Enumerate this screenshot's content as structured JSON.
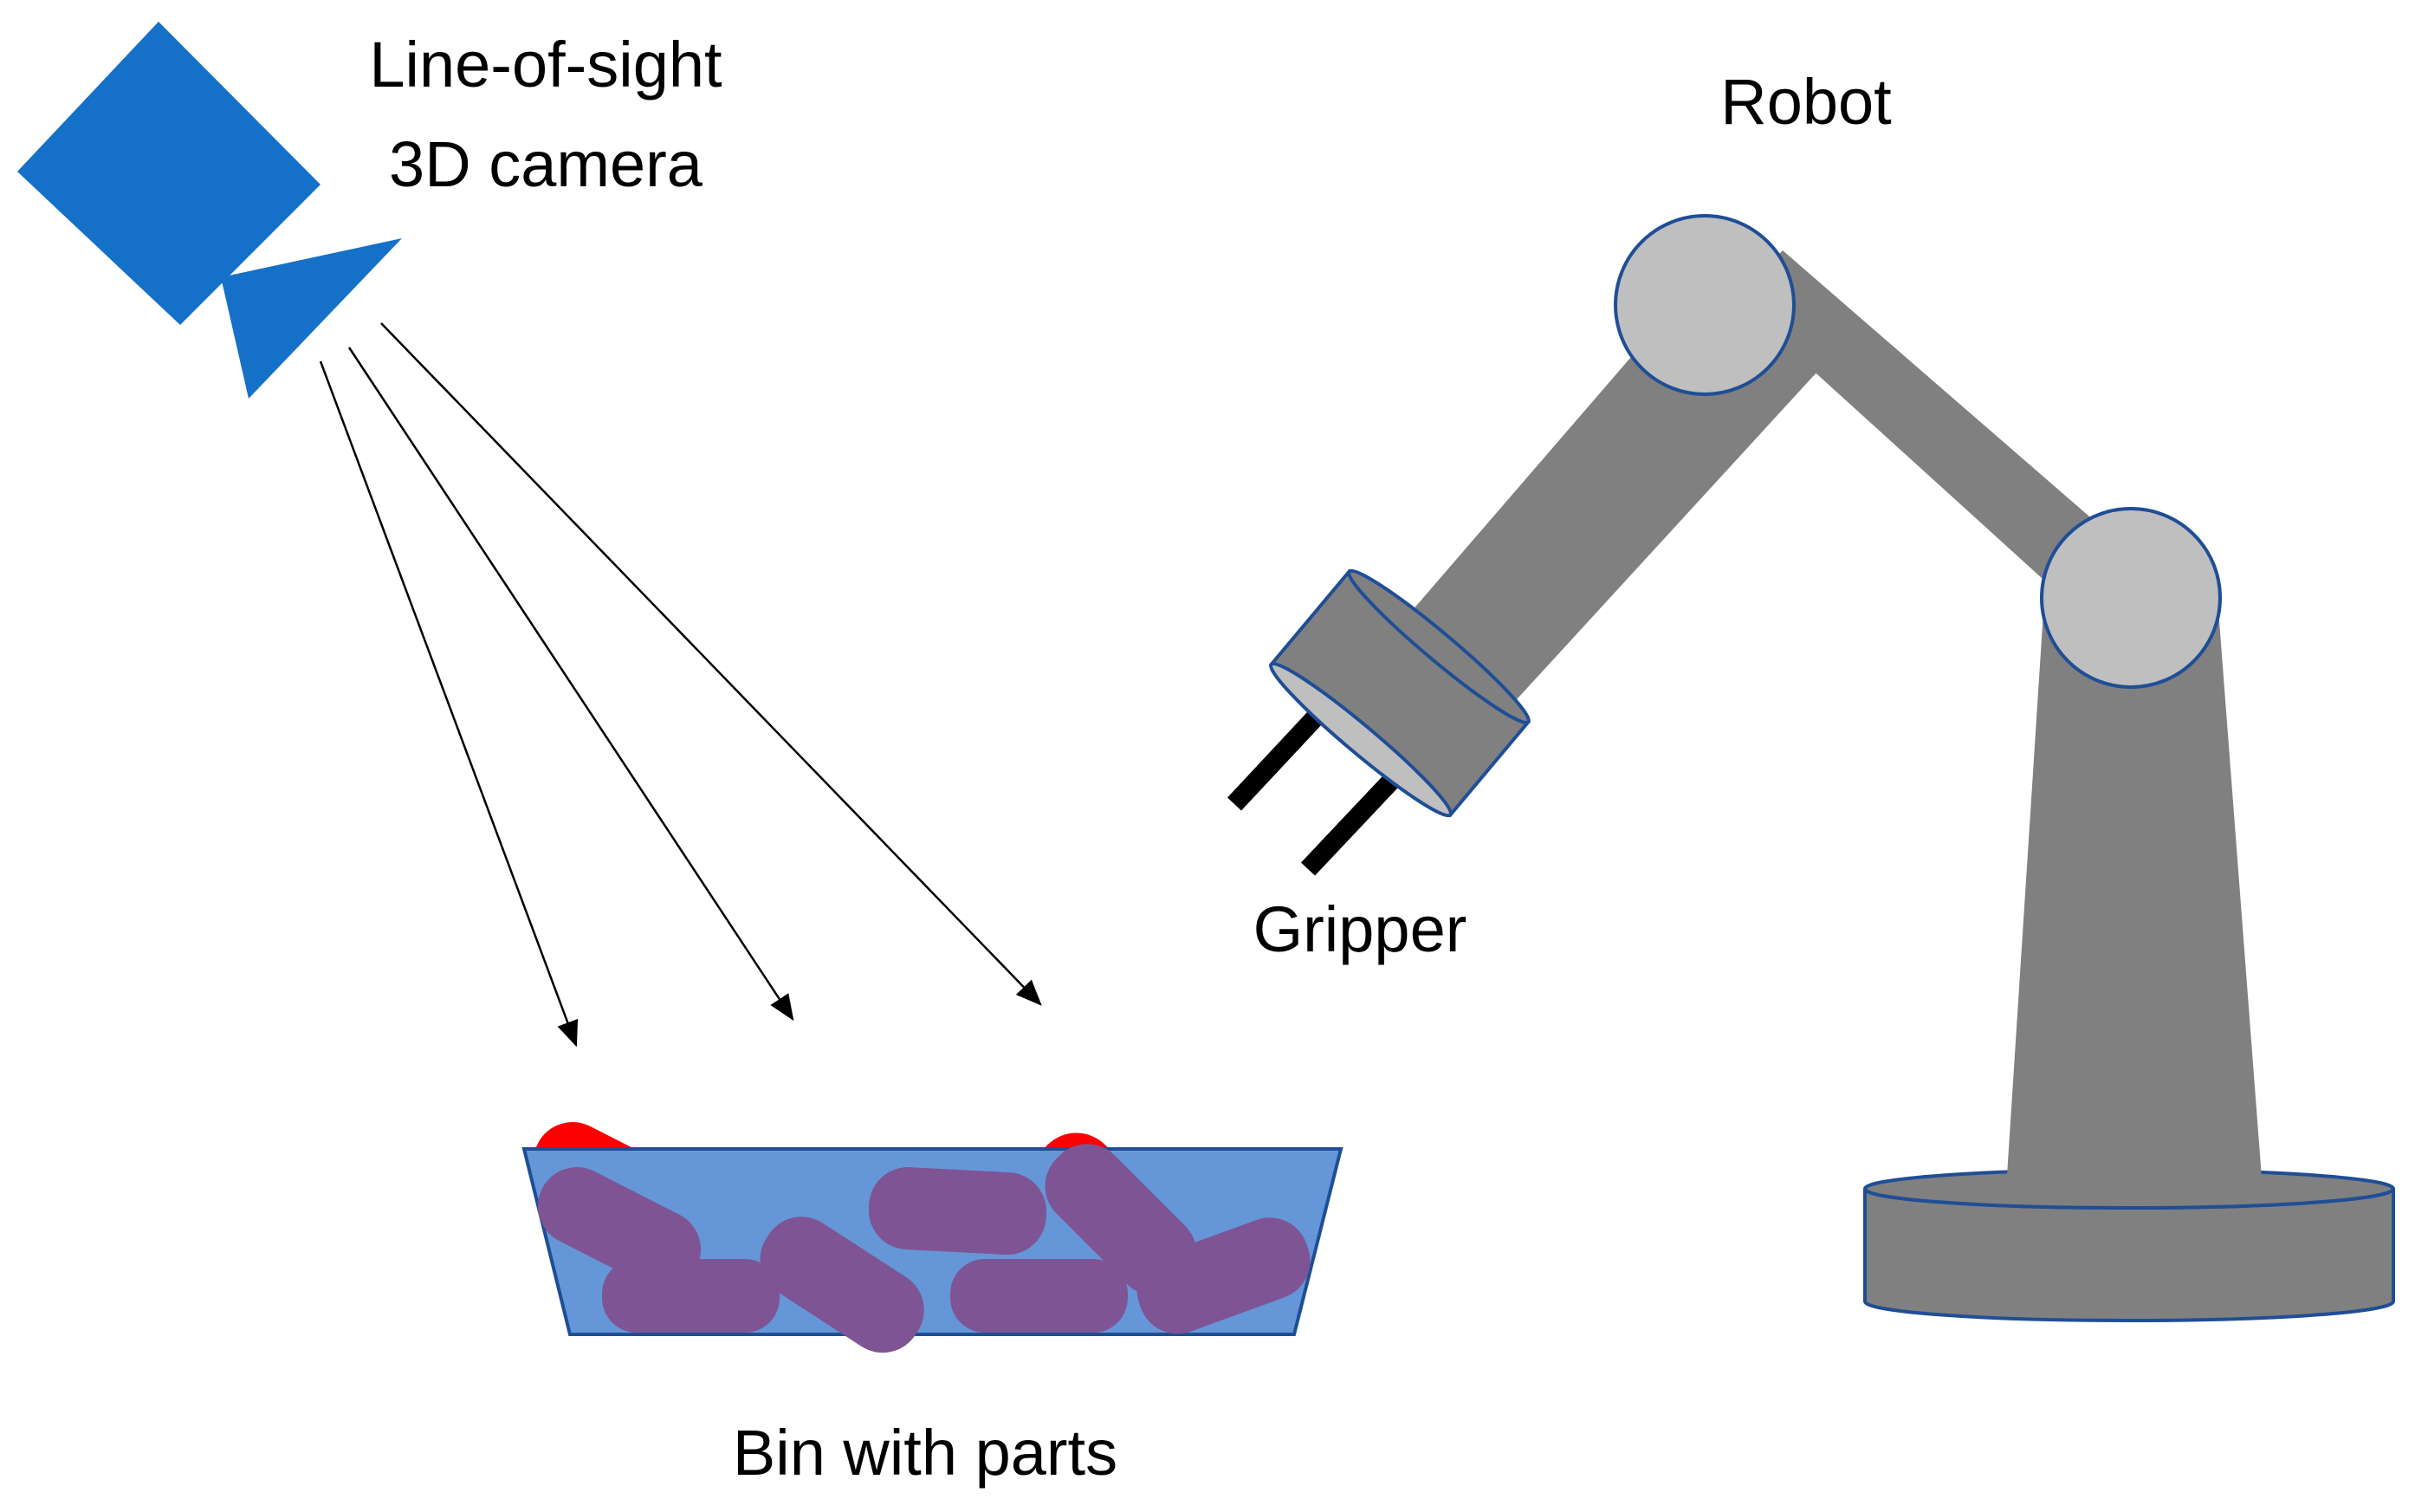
{
  "labels": {
    "camera_line1": "Line-of-sight",
    "camera_line2": "3D camera",
    "robot": "Robot",
    "gripper": "Gripper",
    "bin": "Bin with parts"
  },
  "colors": {
    "camera": "#1570c8",
    "bin_fill": "#6596d8",
    "bin_stroke": "#1f4e96",
    "part": "#7e5494",
    "part_exposed": "#ff0000",
    "robot_link": "#808080",
    "robot_joint": "#bfbfbf",
    "robot_outline": "#1f4e96",
    "gripper": "#000000",
    "ray": "#000000"
  },
  "icons": {
    "camera": "camera-icon",
    "robot": "robot-arm-icon",
    "gripper": "gripper-icon"
  }
}
